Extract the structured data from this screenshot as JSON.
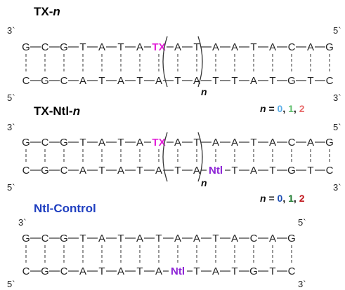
{
  "colors": {
    "black": "#111111",
    "tx": "#e21fd8",
    "ntl": "#8d24d6",
    "n0_light": "#5aaee8",
    "n1_light": "#5fbf6c",
    "n2_light": "#e86a6a",
    "n0_dark": "#1e4fb3",
    "n1_dark": "#1d7a2e",
    "n2_dark": "#c0161c",
    "control_title": "#1f3fc0"
  },
  "panels": [
    {
      "title": "TX-",
      "title_n": "n",
      "title_color": "#111111",
      "top_end": "3`",
      "top_end_right": "5`",
      "bottom_end": "5`",
      "bottom_end_right": "3`",
      "top": [
        "G",
        "C",
        "G",
        "T",
        "A",
        "T",
        "A",
        "TX",
        "A",
        "T",
        "A",
        "A",
        "T",
        "A",
        "C",
        "A",
        "G"
      ],
      "bottom": [
        "C",
        "G",
        "C",
        "A",
        "T",
        "A",
        "T",
        "A",
        "T",
        "A",
        "T",
        "T",
        "A",
        "T",
        "G",
        "T",
        "C"
      ],
      "n_label": "n"
    },
    {
      "title": "TX-Ntl-",
      "title_n": "n",
      "title_color": "#111111",
      "top_end": "3`",
      "top_end_right": "5`",
      "bottom_end": "5`",
      "bottom_end_right": "3`",
      "top": [
        "G",
        "C",
        "G",
        "T",
        "A",
        "T",
        "A",
        "TX",
        "A",
        "T",
        "A",
        "A",
        "T",
        "A",
        "C",
        "A",
        "G"
      ],
      "bottom": [
        "C",
        "G",
        "C",
        "A",
        "T",
        "A",
        "T",
        "A",
        "T",
        "A",
        "Ntl",
        "T",
        "A",
        "T",
        "G",
        "T",
        "C"
      ],
      "n_label": "n"
    },
    {
      "title": "Ntl-Control",
      "title_color": "#1f3fc0",
      "top_end": "3`",
      "top_end_right": "5`",
      "bottom_end": "5`",
      "bottom_end_right": "3`",
      "top": [
        "G",
        "C",
        "G",
        "T",
        "A",
        "T",
        "A",
        "T",
        "A",
        "A",
        "T",
        "A",
        "C",
        "A",
        "G"
      ],
      "bottom": [
        "C",
        "G",
        "C",
        "A",
        "T",
        "A",
        "T",
        "A",
        "Ntl",
        "T",
        "A",
        "T",
        "G",
        "T",
        "C"
      ]
    }
  ],
  "legend1": {
    "prefix": "n",
    "eq": " = ",
    "v0": "0",
    "sep1": ", ",
    "v1": "1",
    "sep2": ", ",
    "v2": "2"
  },
  "legend2": {
    "prefix": "n",
    "eq": " = ",
    "v0": "0",
    "sep1": ", ",
    "v1": "1",
    "sep2": ", ",
    "v2": "2"
  }
}
